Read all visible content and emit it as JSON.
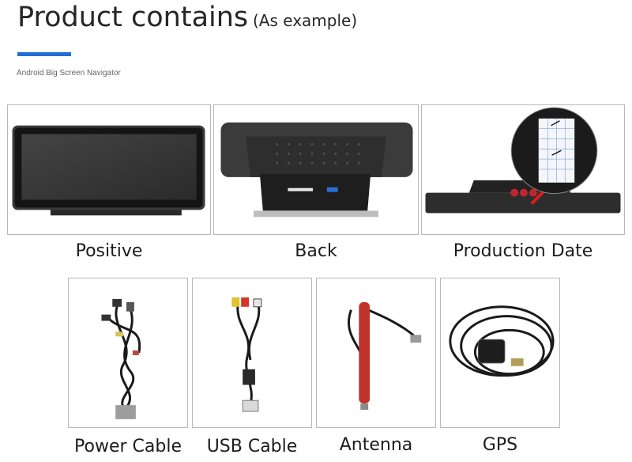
{
  "header": {
    "title": "Product contains",
    "title_note": "(As example)",
    "subtitle": "Android  Big Screen Navigator",
    "accent_color": "#1f6fd6"
  },
  "top_row": [
    {
      "label": "Positive",
      "image": "screen-front-photo"
    },
    {
      "label": "Back",
      "image": "screen-back-photo"
    },
    {
      "label": "Production Date",
      "image": "production-date-sticker-photo"
    }
  ],
  "bottom_row": [
    {
      "label": "Power Cable",
      "image": "power-cable-photo"
    },
    {
      "label": "USB Cable",
      "image": "usb-cable-photo"
    },
    {
      "label": "Antenna",
      "image": "antenna-photo"
    },
    {
      "label": "GPS",
      "image": "gps-antenna-photo"
    }
  ]
}
